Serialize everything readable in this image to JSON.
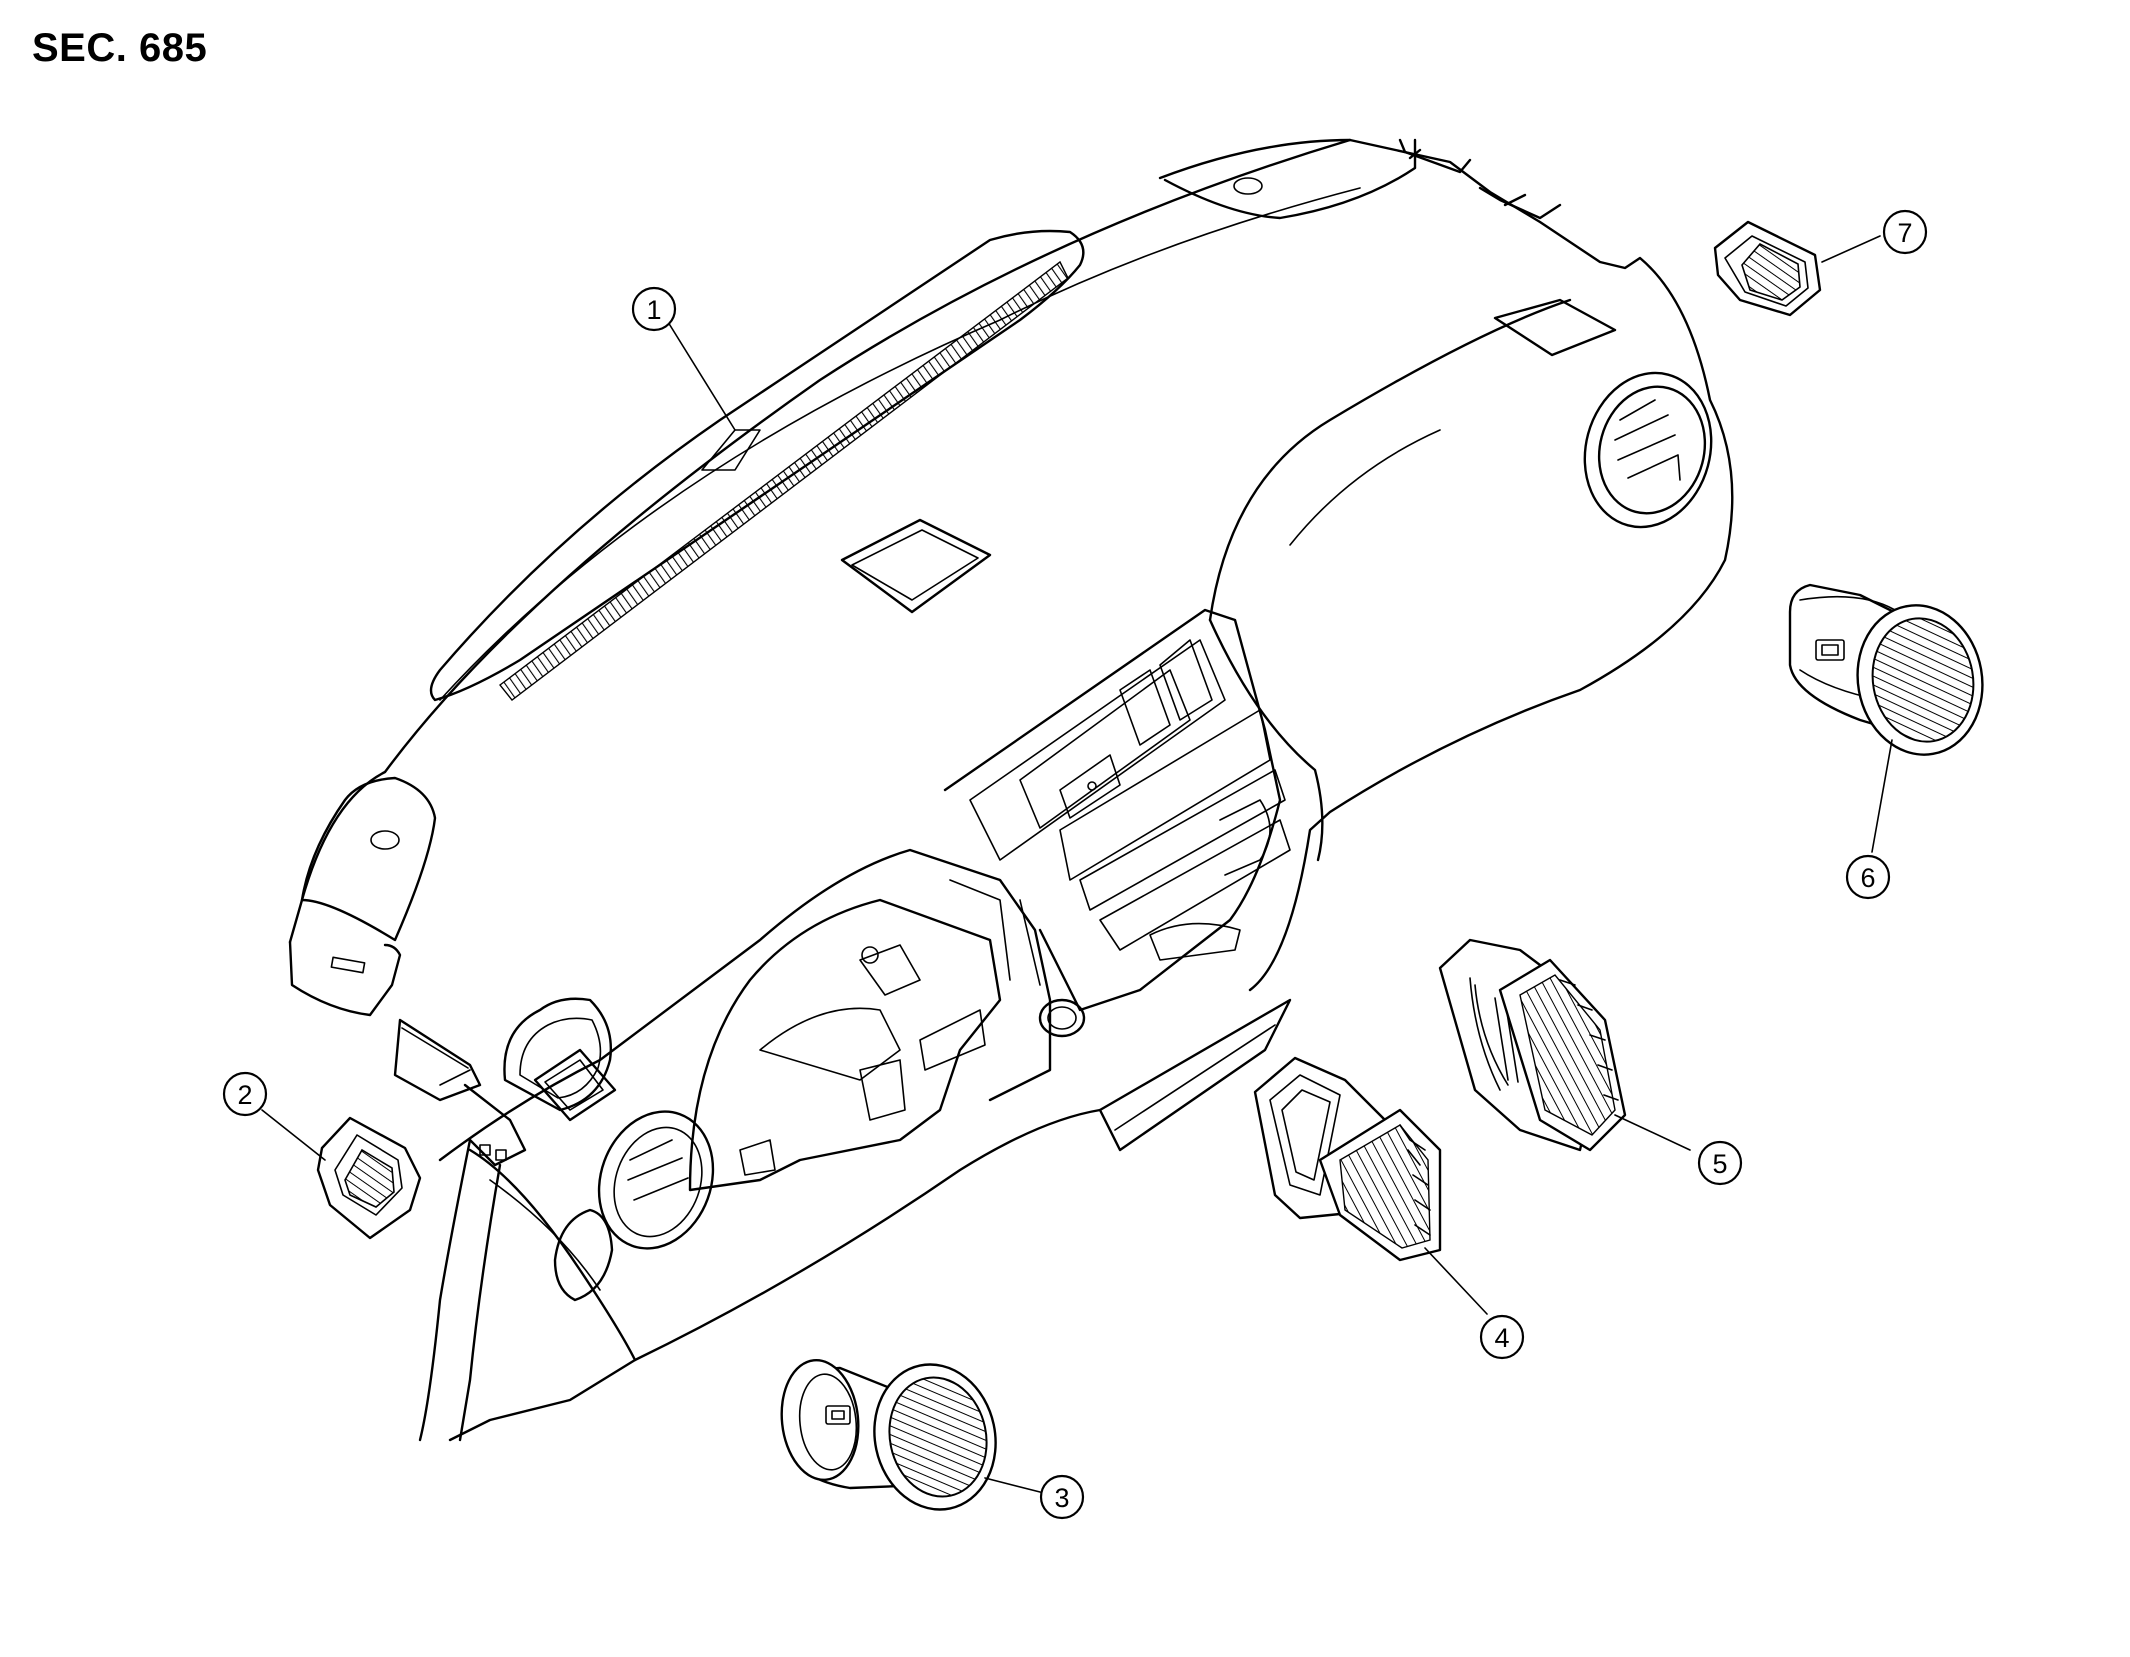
{
  "header": {
    "section": "SEC. 685"
  },
  "callouts": [
    {
      "id": "1",
      "part": "instrument-panel"
    },
    {
      "id": "2",
      "part": "side-defroster-grille-left"
    },
    {
      "id": "3",
      "part": "side-ventilator-grille-left"
    },
    {
      "id": "4",
      "part": "center-ventilator-grille-left"
    },
    {
      "id": "5",
      "part": "center-ventilator-grille-right"
    },
    {
      "id": "6",
      "part": "side-ventilator-grille-right"
    },
    {
      "id": "7",
      "part": "side-defroster-grille-right"
    }
  ]
}
